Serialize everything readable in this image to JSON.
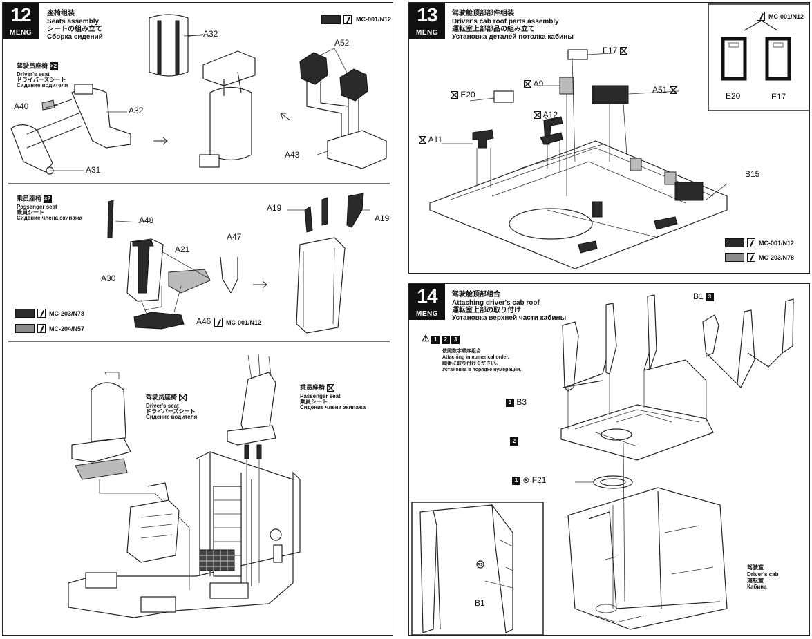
{
  "step12": {
    "number": "12",
    "brand": "MENG",
    "title_cn": "座椅组装",
    "title_en": "Seats assembly",
    "title_jp": "シートの組み立て",
    "title_ru": "Сборка сидений",
    "paint_code": "MC-001/N12",
    "paint_colors": {
      "dark": "#2b2b2b",
      "gray": "#8c8c8c"
    },
    "drivers_seat": {
      "cn": "驾驶员座椅",
      "qty": "×2",
      "en": "Driver's seat",
      "jp": "ドライバーズシート",
      "ru": "Сидение водителя"
    },
    "parts_top": {
      "a32_top": "A32",
      "a32_mid": "A32",
      "a40": "A40",
      "a31": "A31",
      "a52": "A52",
      "a43": "A43"
    },
    "passenger_seat": {
      "cn": "乘员座椅",
      "qty": "×2",
      "en": "Passenger seat",
      "jp": "乗員シート",
      "ru": "Сидение члена экипажа"
    },
    "parts_mid": {
      "a48": "A48",
      "a21": "A21",
      "a47": "A47",
      "a30": "A30",
      "a46": "A46",
      "a19_left": "A19",
      "a19_right": "A19"
    },
    "paint_mid": {
      "code_a46": "MC-001/N12",
      "code_dark": "MC-203/N78",
      "code_gray": "MC-204/N57"
    },
    "bottom_labels": {
      "driver": {
        "cn": "驾驶员座椅",
        "en": "Driver's seat",
        "jp": "ドライバーズシート",
        "ru": "Сидение водителя"
      },
      "passenger": {
        "cn": "乘员座椅",
        "en": "Passenger seat",
        "jp": "乗員シート",
        "ru": "Сидение члена экипажа"
      }
    }
  },
  "step13": {
    "number": "13",
    "brand": "MENG",
    "title_cn": "驾驶舱顶部部件组装",
    "title_en": "Driver's cab roof parts assembly",
    "title_jp": "運転室上部部品の組み立て",
    "title_ru": "Установка деталей потолка кабины",
    "parts": {
      "e17": "E17",
      "e20": "E20",
      "a9": "A9",
      "a51": "A51",
      "a12": "A12",
      "a11": "A11",
      "b15": "B15"
    },
    "inset": {
      "paint_code": "MC-001/N12",
      "e20": "E20",
      "e17": "E17"
    },
    "paint": {
      "code_dark": "MC-001/N12",
      "code_gray": "MC-203/N78"
    }
  },
  "step14": {
    "number": "14",
    "brand": "MENG",
    "title_cn": "驾驶舱顶部组合",
    "title_en": "Attaching driver's cab roof",
    "title_jp": "運転室上部の取り付け",
    "title_ru": "Установка верхней части кабины",
    "order_numbers": [
      "1",
      "2",
      "3"
    ],
    "order_note": {
      "cn": "依照数字顺序组合",
      "en": "Attaching in numerical order.",
      "jp": "順番に取り付けください。",
      "ru": "Установка в порядке нумерации."
    },
    "parts": {
      "b1_top": "B1",
      "b1_top_num": "3",
      "b3": "B3",
      "b3_num": "3",
      "step2_num": "2",
      "f21": "F21",
      "f21_num": "1",
      "b1_inset": "B1",
      "inset_mark": "52"
    },
    "cab_label": {
      "cn": "驾驶室",
      "en": "Driver's cab",
      "jp": "運転室",
      "ru": "Кабина"
    }
  }
}
